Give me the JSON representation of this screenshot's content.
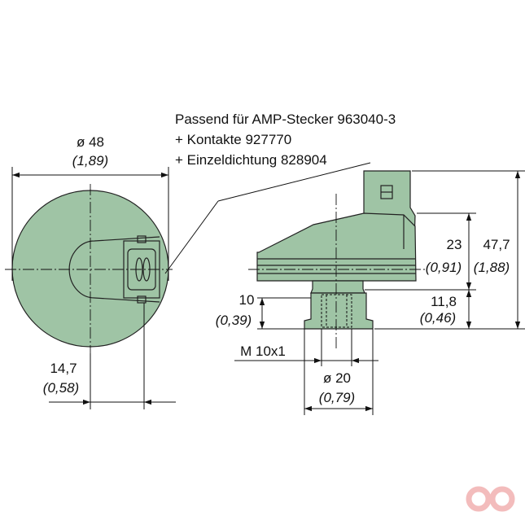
{
  "colors": {
    "part_fill": "#9fc4a5",
    "line": "#222222",
    "logo": "#f3bcbc"
  },
  "note": {
    "line1": "Passend für AMP-Stecker 963040-3",
    "line2": "+ Kontakte 927770",
    "line3": "+ Einzeldichtung 828904"
  },
  "dimensions": {
    "diameter_48": {
      "mm": "ø 48",
      "inch": "(1,89)"
    },
    "offset_14_7": {
      "mm": "14,7",
      "inch": "(0,58)"
    },
    "height_23": {
      "mm": "23",
      "inch": "(0,91)"
    },
    "height_47_7": {
      "mm": "47,7",
      "inch": "(1,88)"
    },
    "height_10": {
      "mm": "10",
      "inch": "(0,39)"
    },
    "height_11_8": {
      "mm": "11,8",
      "inch": "(0,46)"
    },
    "thread": {
      "label": "M 10x1"
    },
    "diameter_20": {
      "mm": "ø 20",
      "inch": "(0,79)"
    }
  },
  "logo": {
    "icon": "brand-logo-icon"
  }
}
